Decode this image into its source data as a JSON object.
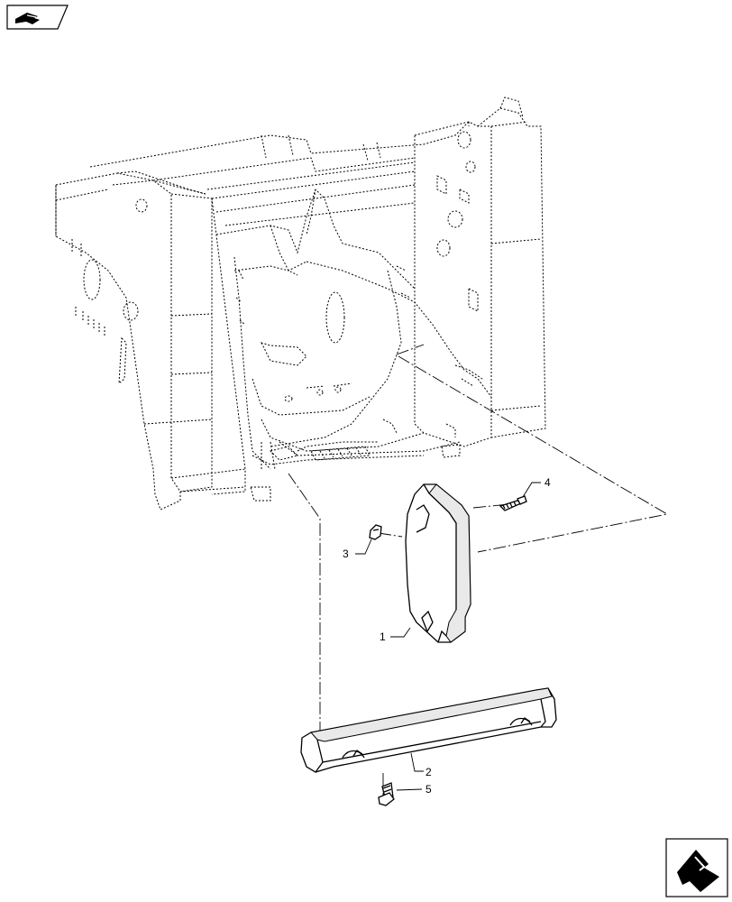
{
  "navigation": {
    "prev_icon": "prev-page-icon",
    "next_icon": "next-page-icon"
  },
  "callouts": [
    {
      "id": "1",
      "label": "1"
    },
    {
      "id": "2",
      "label": "2"
    },
    {
      "id": "3",
      "label": "3"
    },
    {
      "id": "4",
      "label": "4"
    },
    {
      "id": "5",
      "label": "5"
    }
  ],
  "colors": {
    "line": "#000000",
    "background": "#ffffff"
  }
}
